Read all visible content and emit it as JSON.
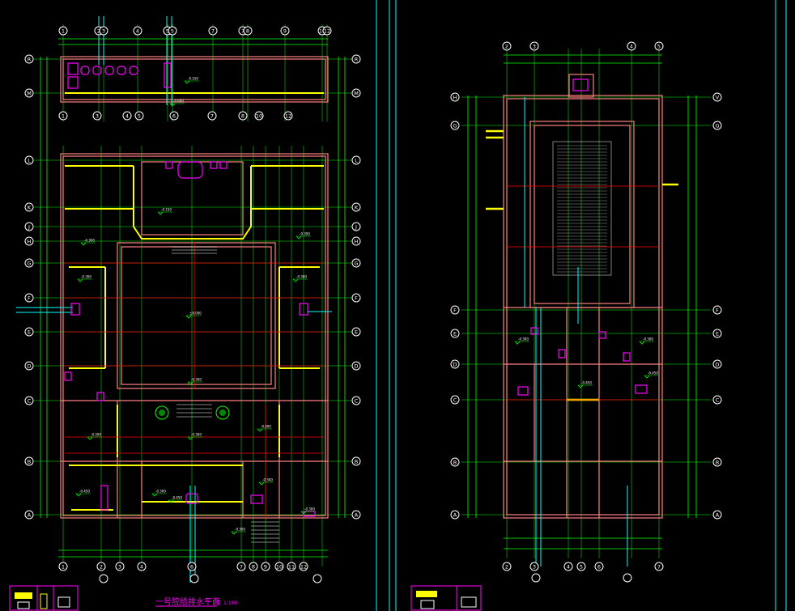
{
  "drawing": {
    "title_left": "一号院给排水平面",
    "title_left_scale": "1:100"
  },
  "left_plan": {
    "top_axes": [
      "1",
      "2",
      "3",
      "4",
      "5",
      "5",
      "7",
      "7",
      "8",
      "9",
      "10",
      "12"
    ],
    "middle_axes": [
      "1",
      "3",
      "4",
      "5",
      "6",
      "7",
      "8",
      "10",
      "12"
    ],
    "bottom_axes": [
      "1",
      "2",
      "3",
      "4",
      "6",
      "7",
      "8",
      "9",
      "10",
      "11",
      "12"
    ],
    "left_rows": [
      "R",
      "M",
      "L",
      "K",
      "J",
      "H",
      "G",
      "F",
      "E",
      "D",
      "C",
      "B",
      "A"
    ],
    "right_rows": [
      "R",
      "M",
      "L",
      "K",
      "J",
      "H",
      "G",
      "F",
      "E",
      "D",
      "C",
      "B",
      "A"
    ],
    "levels": [
      "-0.150",
      "-0.600",
      "-0.150",
      "-0.300",
      "-0.300",
      "-0.300",
      "-0.300",
      "±0.000",
      "-0.300",
      "-0.300",
      "-0.900",
      "-0.300",
      "-0.450",
      "-0.300",
      "-0.300",
      "-0.300",
      "-0.300",
      "-0.450"
    ]
  },
  "right_plan": {
    "top_axes": [
      "2",
      "3",
      "4",
      "5"
    ],
    "bottom_axes": [
      "2",
      "3",
      "4",
      "5",
      "6",
      "7"
    ],
    "left_rows": [
      "H",
      "G",
      "F",
      "E",
      "D",
      "C",
      "B",
      "A"
    ],
    "right_rows": [
      "V",
      "G",
      "F",
      "E",
      "D",
      "C",
      "B",
      "A"
    ],
    "levels": [
      "-0.300",
      "-0.300",
      "-0.450",
      "-0.450"
    ]
  },
  "colors": {
    "background": "#000000",
    "axis_lines": "#00ff00",
    "walls": "#ff8080",
    "yellow_walls": "#ffff00",
    "fixtures": "#ff00ff",
    "pipes": "#00ffff",
    "red_lines": "#ff0000",
    "white_lines": "#ffffff"
  }
}
